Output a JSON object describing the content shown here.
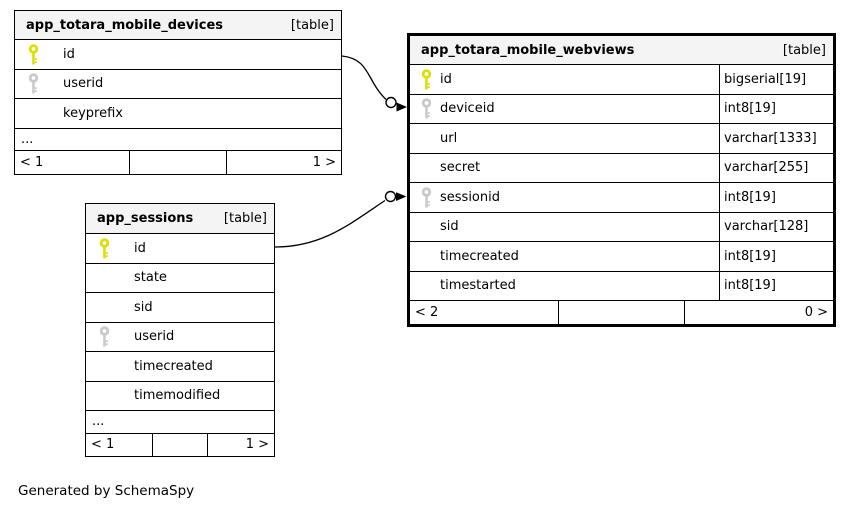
{
  "diagram": {
    "credit": "Generated by SchemaSpy",
    "colors": {
      "primary_key": "#dede00",
      "foreign_key": "#c9c9c9",
      "header_bg": "#f4f4f4",
      "border": "#000000",
      "row_bg": "#ffffff"
    },
    "tables": [
      {
        "name": "app_totara_mobile_devices",
        "badge": "[table]",
        "columns": [
          {
            "name": "id",
            "key": "primary",
            "type": ""
          },
          {
            "name": "userid",
            "key": "foreign",
            "type": ""
          },
          {
            "name": "keyprefix",
            "key": "none",
            "type": ""
          }
        ],
        "truncated": "...",
        "footer": {
          "left": "< 1",
          "center": "",
          "right": "1 >"
        }
      },
      {
        "name": "app_totara_mobile_webviews",
        "badge": "[table]",
        "columns": [
          {
            "name": "id",
            "key": "primary",
            "type": "bigserial[19]"
          },
          {
            "name": "deviceid",
            "key": "foreign",
            "type": "int8[19]"
          },
          {
            "name": "url",
            "key": "none",
            "type": "varchar[1333]"
          },
          {
            "name": "secret",
            "key": "none",
            "type": "varchar[255]"
          },
          {
            "name": "sessionid",
            "key": "foreign",
            "type": "int8[19]"
          },
          {
            "name": "sid",
            "key": "none",
            "type": "varchar[128]"
          },
          {
            "name": "timecreated",
            "key": "none",
            "type": "int8[19]"
          },
          {
            "name": "timestarted",
            "key": "none",
            "type": "int8[19]"
          }
        ],
        "footer": {
          "left": "< 2",
          "center": "",
          "right": "0 >"
        }
      },
      {
        "name": "app_sessions",
        "badge": "[table]",
        "columns": [
          {
            "name": "id",
            "key": "primary",
            "type": ""
          },
          {
            "name": "state",
            "key": "none",
            "type": ""
          },
          {
            "name": "sid",
            "key": "none",
            "type": ""
          },
          {
            "name": "userid",
            "key": "foreign",
            "type": ""
          },
          {
            "name": "timecreated",
            "key": "none",
            "type": ""
          },
          {
            "name": "timemodified",
            "key": "none",
            "type": ""
          }
        ],
        "truncated": "...",
        "footer": {
          "left": "< 1",
          "center": "",
          "right": "1 >"
        }
      }
    ],
    "relationships": [
      {
        "from": "app_totara_mobile_devices.id",
        "to": "app_totara_mobile_webviews.deviceid"
      },
      {
        "from": "app_sessions.id",
        "to": "app_totara_mobile_webviews.sessionid"
      }
    ]
  }
}
